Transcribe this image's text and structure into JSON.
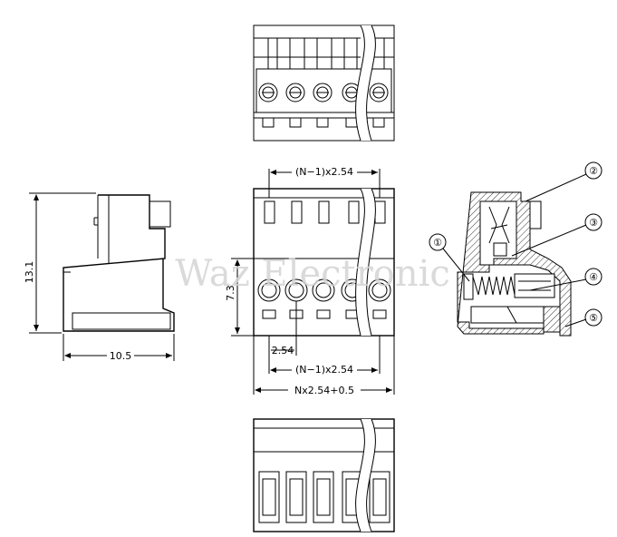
{
  "dimensions": {
    "pitch_span_top": "(N−1)x2.54",
    "pitch": "2.54",
    "pitch_span_bottom": "(N−1)x2.54",
    "total_width": "Nx2.54+0.5",
    "height_left": "13.1",
    "depth_left": "10.5",
    "height_front": "7.3"
  },
  "callouts": [
    "①",
    "②",
    "③",
    "④",
    "⑤"
  ],
  "watermark": "Waz Electronic"
}
